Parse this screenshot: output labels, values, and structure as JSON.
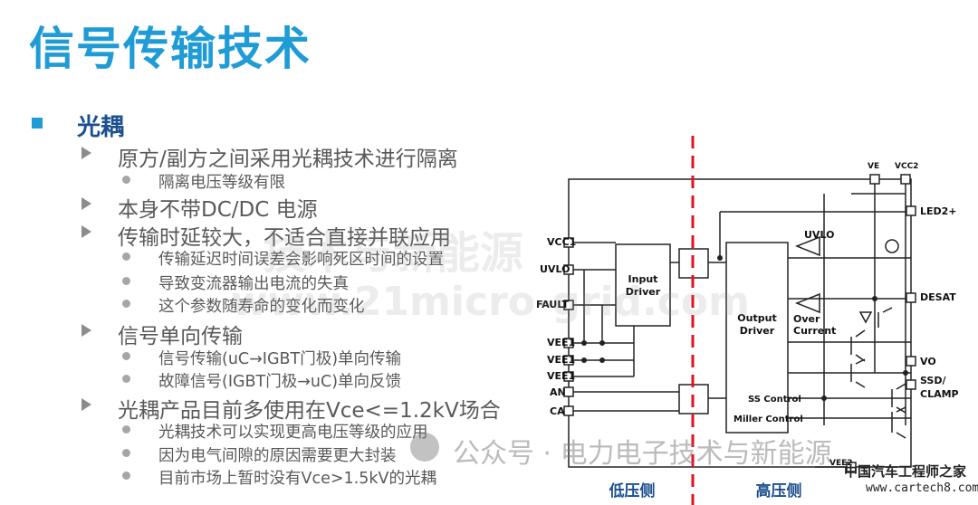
{
  "title": "信号传输技术",
  "bullets": [
    {
      "level": 1,
      "text": "光耦"
    },
    {
      "level": 2,
      "text": "原方/副方之间采用光耦技术进行隔离"
    },
    {
      "level": 3,
      "text": "隔离电压等级有限"
    },
    {
      "level": 2,
      "text": "本身不带DC/DC 电源"
    },
    {
      "level": 2,
      "text": "传输时延较大，不适合直接并联应用"
    },
    {
      "level": 3,
      "text": "传输延迟时间误差会影响死区时间的设置"
    },
    {
      "level": 3,
      "text": "导致变流器输出电流的失真"
    },
    {
      "level": 3,
      "text": "这个参数随寿命的变化而变化"
    },
    {
      "level": 2,
      "text": "信号单向传输"
    },
    {
      "level": 3,
      "text": "信号传输(uC→IGBT门极)单向传输"
    },
    {
      "level": 3,
      "text": "故障信号(IGBT门极→uC)单向反馈"
    },
    {
      "level": 2,
      "text": "光耦产品目前多使用在Vce<=1.2kV场合"
    },
    {
      "level": 3,
      "text": "光耦技术可以实现更高电压等级的应用"
    },
    {
      "level": 3,
      "text": "因为电气间隙的原因需要更大封装"
    },
    {
      "level": 3,
      "text": "目前市场上暂时没有Vce>1.5kV的光耦"
    }
  ],
  "diagram": {
    "low_side_label": "低压侧",
    "high_side_label": "高压侧",
    "input_driver": "Input Driver",
    "output_driver": "Output Driver",
    "uvlo": "UVLO",
    "over_current": "Over Current",
    "ss_control": "SS Control",
    "miller_control": "Miller Control",
    "pins_left": {
      "vcc1": "VCC1",
      "uvlo": "UVLO",
      "fault": "FAULT",
      "vee1a": "VEE1",
      "vee1b": "VEE1",
      "vee1c": "VEE1",
      "an": "AN",
      "ca": "CA"
    },
    "pins_right": {
      "led2": "LED2+",
      "desat": "DESAT",
      "vo": "VO",
      "ssd": "SSD/",
      "clamp": "CLAMP"
    },
    "pins_top": {
      "ve": "VE",
      "vcc2": "VCC2"
    },
    "pins_bottom": {
      "vee2": "VEE2"
    },
    "divider_color": "#e3101e"
  },
  "watermark": {
    "text1": "技术与新能源",
    "text2": "www.21micro-grid.com",
    "text3": "公众号 · 电力电子技术与新能源"
  },
  "logo": {
    "name": "中国汽车工程师之家",
    "url": "www.cartech8.com"
  }
}
